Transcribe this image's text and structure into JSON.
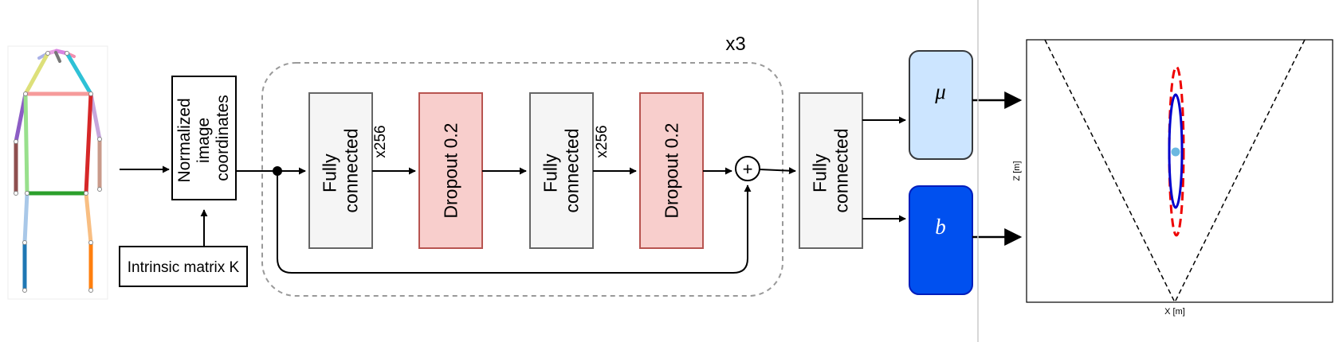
{
  "input": {
    "coords_label_lines": [
      "Normalized",
      "image",
      "coordinates"
    ],
    "intrinsic_label": "Intrinsic matrix K"
  },
  "block": {
    "repeat_label": "x3",
    "fc_label_lines": [
      "Fully",
      "connected"
    ],
    "fc_width_label": "x256",
    "dropout_label": "Dropout 0.2",
    "sum_symbol": "+"
  },
  "head": {
    "fc_label_lines": [
      "Fully",
      "connected"
    ],
    "mu_label": "μ",
    "b_label": "b"
  },
  "plot": {
    "x_axis_label": "X [m]",
    "z_axis_label": "Z [m]"
  },
  "colors": {
    "fc_fill": "#f5f5f5",
    "fc_stroke": "#666666",
    "dropout_fill": "#f8cecc",
    "dropout_stroke": "#b85450",
    "mu_fill": "#cce5ff",
    "mu_stroke": "#36393d",
    "b_fill": "#0050ef",
    "b_stroke": "#001dbc",
    "ellipse_inner": "#0000cc",
    "ellipse_outer": "#ee0000",
    "point": "#6ab8e0"
  }
}
